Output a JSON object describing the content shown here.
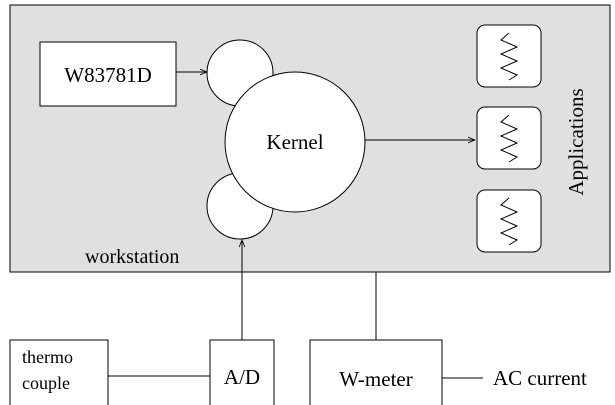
{
  "colors": {
    "workstation_fill": "#e0e0e0",
    "stroke": "#000000",
    "background": "#ffffff"
  },
  "workstation": {
    "label": "workstation"
  },
  "sensor_chip": {
    "label": "W83781D"
  },
  "kernel": {
    "label": "Kernel"
  },
  "applications": {
    "label": "Applications",
    "icon": "wave-glyph-icon"
  },
  "thermocouple": {
    "line1": "thermo",
    "line2": "couple"
  },
  "ad_converter": {
    "label": "A/D"
  },
  "wattmeter": {
    "label": "W-meter"
  },
  "ac_source": {
    "label": "AC current"
  }
}
